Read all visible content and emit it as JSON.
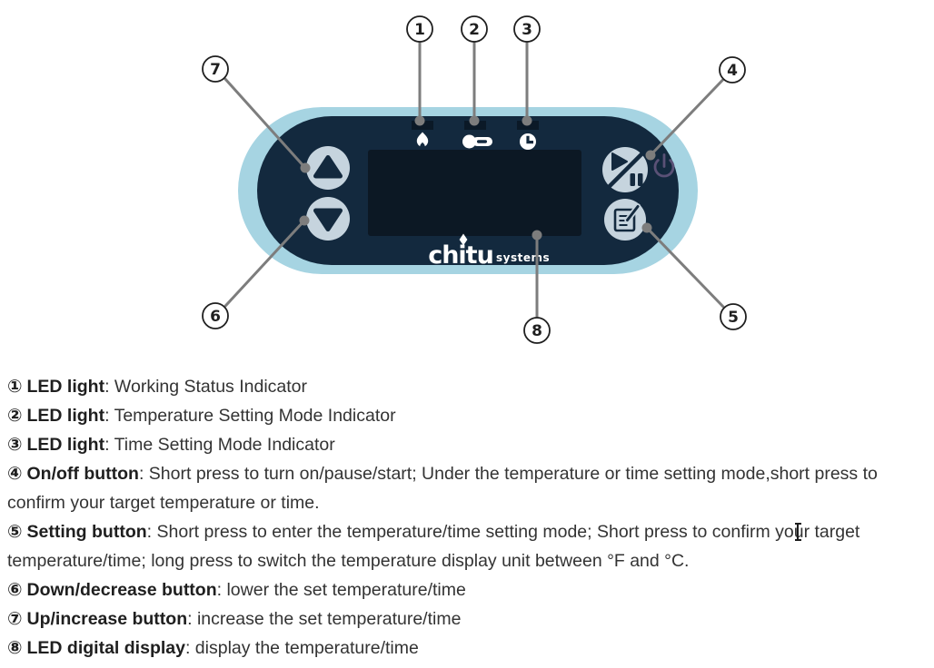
{
  "colors": {
    "ring": "#a6d4e2",
    "face": "#13293e",
    "display": "#0c1824",
    "ledwin": "#0b1927",
    "btn": "#c6d4de",
    "line": "#7d7d7d",
    "power": "#5a5176",
    "ink": "#1f1f1f",
    "body": "#333333"
  },
  "logo": {
    "brand": "chitu",
    "suffix": "systems"
  },
  "callouts": {
    "n1": "1",
    "n2": "2",
    "n3": "3",
    "n4": "4",
    "n5": "5",
    "n6": "6",
    "n7": "7",
    "n8": "8"
  },
  "legend": {
    "items": [
      {
        "num": "①",
        "label": "LED light",
        "desc": ": Working Status Indicator"
      },
      {
        "num": "②",
        "label": "LED light",
        "desc": ": Temperature Setting Mode Indicator"
      },
      {
        "num": "③",
        "label": "LED light",
        "desc": ": Time Setting Mode Indicator"
      },
      {
        "num": "④",
        "label": "On/off button",
        "desc": ": Short press to turn on/pause/start; Under the temperature or time setting mode,short press to confirm your target temperature or time."
      },
      {
        "num": "⑤",
        "label": "Setting button",
        "desc": ": Short press to enter the temperature/time setting mode; Short press to confirm your target temperature/time; long press to switch the temperature display unit between °F and °C."
      },
      {
        "num": "⑥",
        "label": "Down/decrease button",
        "desc": ": lower the set temperature/time"
      },
      {
        "num": "⑦",
        "label": "Up/increase button",
        "desc": ": increase the set temperature/time"
      },
      {
        "num": "⑧",
        "label": "LED digital display",
        "desc": ": display the temperature/time"
      }
    ]
  }
}
